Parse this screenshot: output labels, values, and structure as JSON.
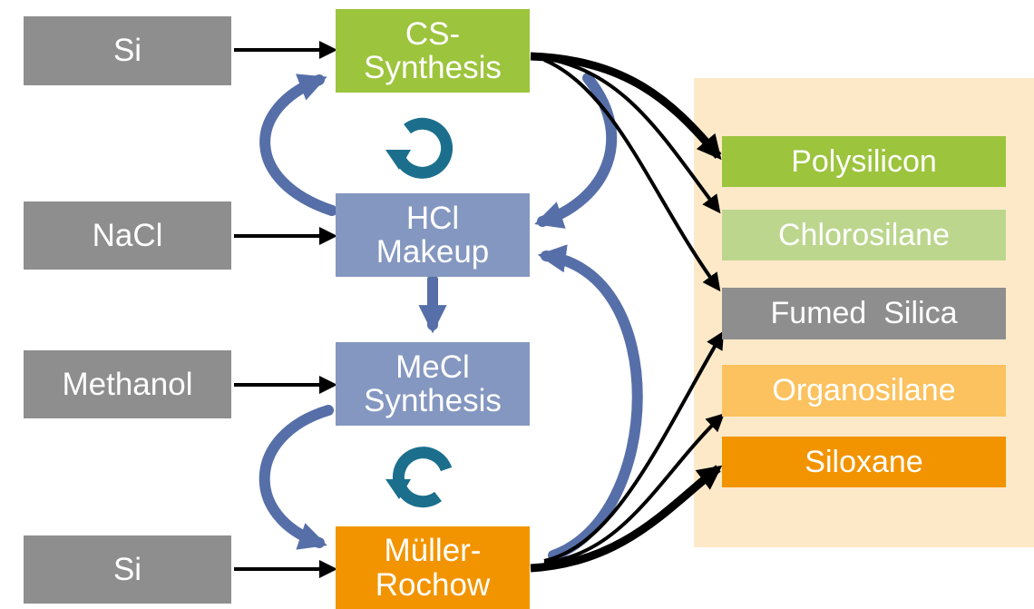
{
  "inputs": {
    "si_top": "Si",
    "nacl": "NaCl",
    "methanol": "Methanol",
    "si_bottom": "Si"
  },
  "processes": {
    "cs_synthesis": {
      "line1": "CS-",
      "line2": "Synthesis"
    },
    "hcl_makeup": {
      "line1": "HCl",
      "line2": "Makeup"
    },
    "mecl_synthesis": {
      "line1": "MeCl",
      "line2": "Synthesis"
    },
    "muller_rochow": {
      "line1": "Müller-",
      "line2": "Rochow"
    }
  },
  "products": {
    "polysilicon": "Polysilicon",
    "chlorosilane": "Chlorosilane",
    "fumed_silica": "Fumed  Silica",
    "organosilane": "Organosilane",
    "siloxane": "Siloxane"
  },
  "colors": {
    "input_gray": "#8e8e8e",
    "process_blue": "#8497c0",
    "process_green": "#9cc43c",
    "process_orange": "#f29400",
    "recycle_arrow_blue": "#566fa8",
    "cycle_icon_teal": "#1b6f8c",
    "polysilicon": "#9cc43c",
    "chlorosilane": "#bcd68e",
    "fumed_silica": "#8e8e8e",
    "organosilane": "#fcc25f",
    "siloxane": "#f29400",
    "product_panel": "#fde9c8"
  },
  "icons": {
    "cycle_top": "cycle-arrow-icon",
    "cycle_bottom": "cycle-arrow-icon"
  }
}
